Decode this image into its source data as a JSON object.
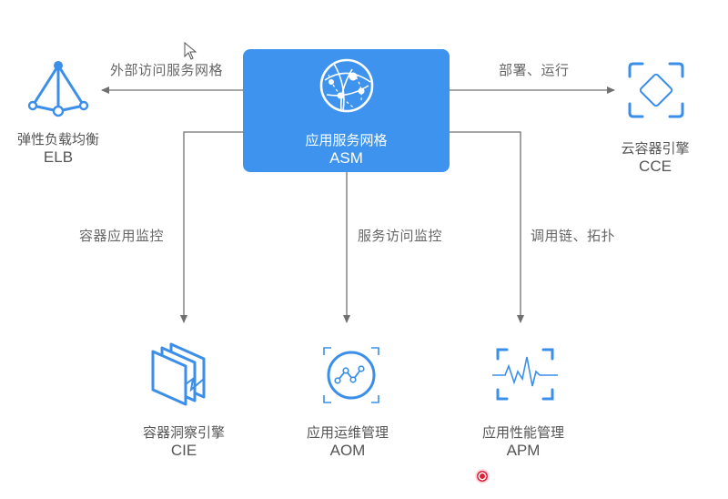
{
  "colors": {
    "accent": "#3d93ee",
    "icon": "#3b8fe8",
    "line": "#707070",
    "text": "#555555",
    "click_marker": "#e0203a"
  },
  "hub": {
    "title_cn": "应用服务网格",
    "title_en": "ASM",
    "icon": "globe-network-icon"
  },
  "nodes": {
    "elb": {
      "title_cn": "弹性负载均衡",
      "title_en": "ELB",
      "icon": "load-balancer-icon"
    },
    "cce": {
      "title_cn": "云容器引擎",
      "title_en": "CCE",
      "icon": "container-engine-icon"
    },
    "cie": {
      "title_cn": "容器洞察引擎",
      "title_en": "CIE",
      "icon": "container-insight-icon"
    },
    "aom": {
      "title_cn": "应用运维管理",
      "title_en": "AOM",
      "icon": "ops-chart-icon"
    },
    "apm": {
      "title_cn": "应用性能管理",
      "title_en": "APM",
      "icon": "pulse-waveform-icon"
    }
  },
  "edges": [
    {
      "from": "ASM",
      "to": "ELB",
      "label": "外部访问服务网格"
    },
    {
      "from": "ASM",
      "to": "CCE",
      "label": "部署、运行"
    },
    {
      "from": "ASM",
      "to": "CIE",
      "label": "容器应用监控"
    },
    {
      "from": "ASM",
      "to": "AOM",
      "label": "服务访问监控"
    },
    {
      "from": "ASM",
      "to": "APM",
      "label": "调用链、拓扑"
    }
  ]
}
